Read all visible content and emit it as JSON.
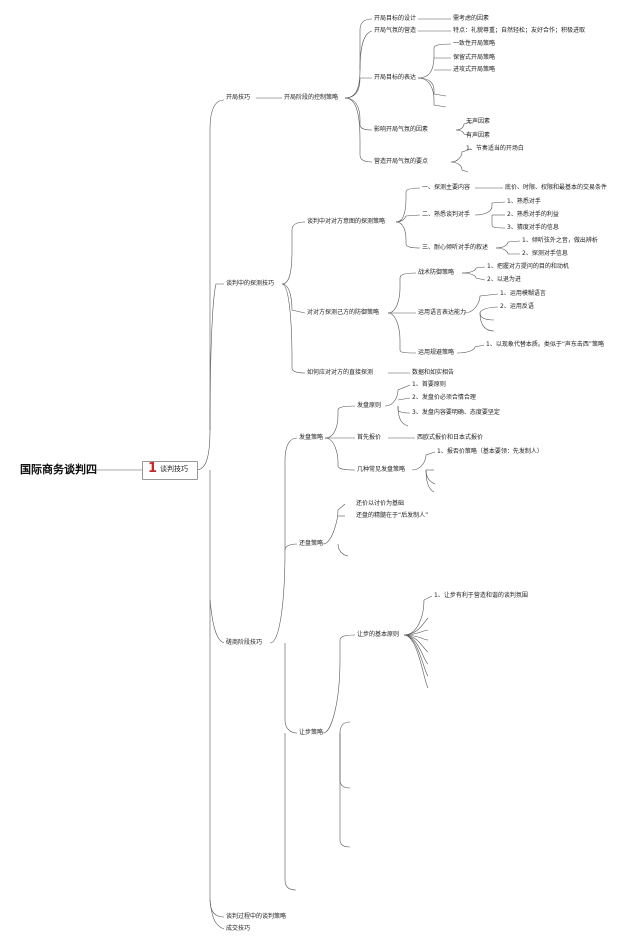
{
  "root": "国际商务谈判四",
  "topic": {
    "number": "1",
    "label": "谈判技巧"
  },
  "sections": {
    "kaiju": {
      "label": "开局技巧",
      "sub": "开局阶段的控制策略",
      "items": {
        "mubiao_sheji": "开局目标的设计",
        "mubiao_sheji_leaf": "需考虑的因素",
        "qifen": "开局气氛的营造",
        "qifen_leaf": "特点：礼貌尊重；自然轻松；友好合作；积极进取",
        "mubiao_biaoda": "开局目标的表达",
        "biaoda_leaves": [
          "一致性开局策略",
          "保留式开局策略",
          "进攻式开局策略"
        ],
        "yingxiang": "影响开局气氛的因素",
        "yingxiang_leaves": [
          "无声因素",
          "有声因素"
        ],
        "yaodian": "营造开局气氛的要点",
        "yaodian_leaf": "1、节奏适当的开场白"
      }
    },
    "tance": {
      "label": "谈判中的探测技巧",
      "duifang": "谈判中对对方意图的探测策略",
      "d1": "一、探测主要内容",
      "d1_leaf": "底价、时限、权限和最基本的交易条件",
      "d2": "二、熟悉谈判对手",
      "d2_leaves": [
        "1、熟悉对手",
        "2、熟悉对手的利益",
        "3、猜度对手的信息"
      ],
      "d3": "三、耐心倾听对手的叙述",
      "d3_leaves": [
        "1、倾听弦外之音，做出辨析",
        "2、探测对手信息"
      ],
      "fangfan": "对对方探测己方的防御策略",
      "f1": "战术防御策略",
      "f1_leaves": [
        "1、把握对方提问的目的和动机",
        "2、以退为进"
      ],
      "f2": "运用语言表达能力",
      "f2_leaves": [
        "1、运用模糊语言",
        "2、运用反语"
      ],
      "f3": "运用规避策略",
      "f3_leaf": "1、以现象代替本质。类似于“声东击西”策略",
      "zhijie": "如何应对对方的直接探测",
      "zhijie_leaf": "数据和如实相告"
    },
    "cuoshang": {
      "label": "磋商阶段技巧",
      "fapan": "发盘策略",
      "fapan_yuanze": "发盘原则",
      "yuanze_leaves": [
        "1、首要原则",
        "2、发盘价必须合情合理",
        "3、发盘内容要明确、态度要坚定"
      ],
      "shouxian": "首先报价",
      "shouxian_leaf": "西欧式报价和日本式报价",
      "jizhong": "几种常见发盘策略",
      "jizhong_leaf": "1、报否价策略（基本要领：先发制人）",
      "huanpan": "还盘策略",
      "huanpan_leaves": [
        "还价以讨价为基础",
        "还盘的精髓在于“后发制人”"
      ],
      "rangbu": "让步策略",
      "rangbu_yuanze": "让步的基本原则",
      "rangbu_leaf": "1、让步有利于营造和谐的谈判氛围"
    },
    "zhongqi": "谈判过程中的谈判策略",
    "chengjiao": "成交技巧"
  },
  "colors": {
    "line": "#555555",
    "topic_accent": "#c62828"
  }
}
